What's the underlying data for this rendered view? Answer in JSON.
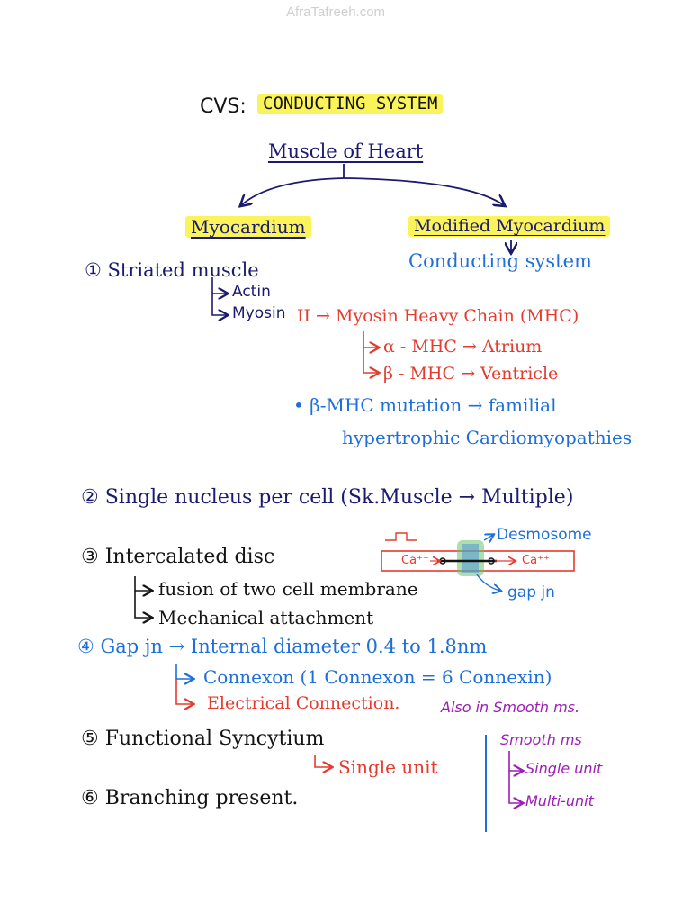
{
  "watermark": "AfraTafreeh.com",
  "title": {
    "prefix": "CVS:",
    "main": "CONDUCTING SYSTEM"
  },
  "root": "Muscle of Heart",
  "branches": {
    "left": "Myocardium",
    "right": "Modified Myocardium",
    "right_sub": "Conducting system"
  },
  "p1": {
    "head": "① Striated muscle",
    "actin": "Actin",
    "myosin": "Myosin",
    "myosin_type": "II → Myosin Heavy Chain (MHC)",
    "alpha": "α - MHC → Atrium",
    "beta": "β - MHC → Ventricle",
    "mutation": "• β-MHC mutation → familial",
    "mutation2": "hypertrophic Cardiomyopathies"
  },
  "p2": "② Single nucleus per cell (Sk.Muscle → Multiple)",
  "p3": {
    "head": "③ Intercalated disc",
    "a": "fusion of two cell membrane",
    "b": "Mechanical attachment",
    "diagram": {
      "desmosome": "Desmosome",
      "ca_left": "Ca⁺⁺",
      "ca_right": "Ca⁺⁺",
      "gap": "gap jn"
    }
  },
  "p4": {
    "head": "④ Gap jn → Internal diameter 0.4 to 1.8nm",
    "a": "Connexon (1 Connexon = 6 Connexin)",
    "b": "Electrical Connection.",
    "b_note": "Also in Smooth ms."
  },
  "p5": {
    "head": "⑤ Functional Syncytium",
    "sub": "Single unit"
  },
  "p6": "⑥ Branching present.",
  "side": {
    "head": "Smooth ms",
    "a": "Single unit",
    "b": "Multi-unit"
  }
}
